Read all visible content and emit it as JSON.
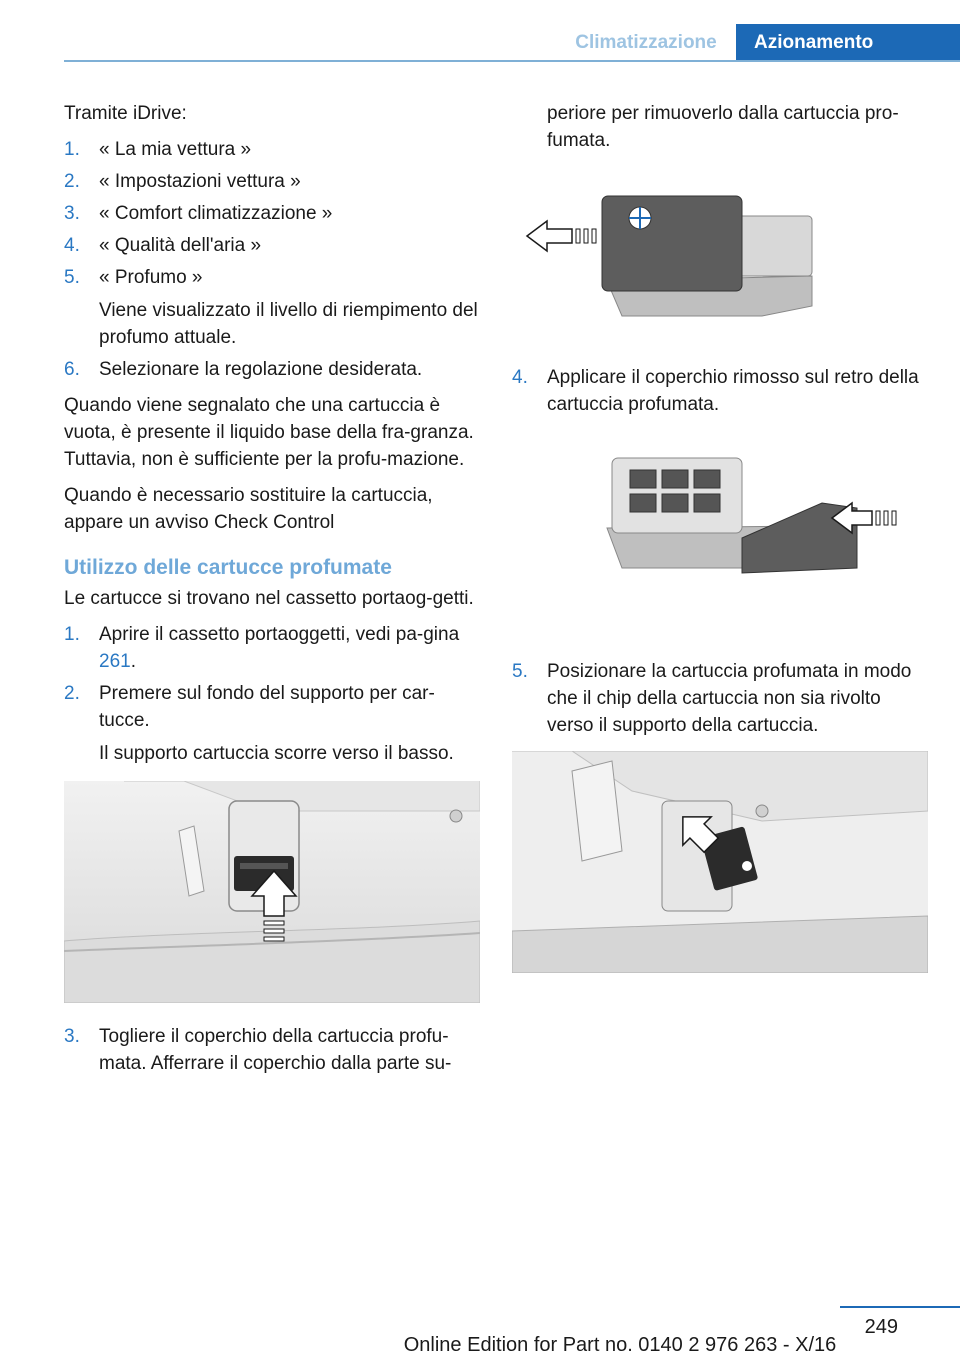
{
  "header": {
    "tab_inactive": "Climatizzazione",
    "tab_active": "Azionamento",
    "accent_color": "#1c69b6",
    "light_accent_color": "#9ec4e2"
  },
  "left": {
    "intro": "Tramite iDrive:",
    "idrive_steps": [
      {
        "num": "1.",
        "text": "« La mia vettura »"
      },
      {
        "num": "2.",
        "text": "« Impostazioni vettura »"
      },
      {
        "num": "3.",
        "text": "« Comfort climatizzazione »"
      },
      {
        "num": "4.",
        "text": "« Qualità dell'aria »"
      },
      {
        "num": "5.",
        "text": "« Profumo »",
        "sub": "Viene visualizzato il livello di riempimento del profumo attuale."
      },
      {
        "num": "6.",
        "text": "Selezionare la regolazione desiderata."
      }
    ],
    "para1": "Quando viene segnalato che una cartuccia è vuota, è presente il liquido base della fra-granza. Tuttavia, non è sufficiente per la profu-mazione.",
    "para2": "Quando è necessario sostituire la cartuccia, appare un avviso Check Control",
    "heading": "Utilizzo delle cartucce profumate",
    "para3": "Le cartucce si trovano nel cassetto portaog-getti.",
    "step1_num": "1.",
    "step1_text": "Aprire il cassetto portaoggetti, vedi pa-gina ",
    "step1_link": "261",
    "step1_end": ".",
    "step2_num": "2.",
    "step2_text": "Premere sul fondo del supporto per car-tucce.",
    "step2_sub": "Il supporto cartuccia scorre verso il basso.",
    "step3_num": "3.",
    "step3_text": "Togliere il coperchio della cartuccia profu-mata. Afferrare il coperchio dalla parte su-"
  },
  "right": {
    "continuation": "periore per rimuoverlo dalla cartuccia pro-fumata.",
    "step4_num": "4.",
    "step4_text": "Applicare il coperchio rimosso sul retro della cartuccia profumata.",
    "step5_num": "5.",
    "step5_text": "Posizionare la cartuccia profumata in modo che il chip della cartuccia non sia rivolto verso il supporto della cartuccia."
  },
  "footer": {
    "page_number": "249",
    "edition": "Online Edition for Part no. 0140 2 976 263 - X/16"
  }
}
